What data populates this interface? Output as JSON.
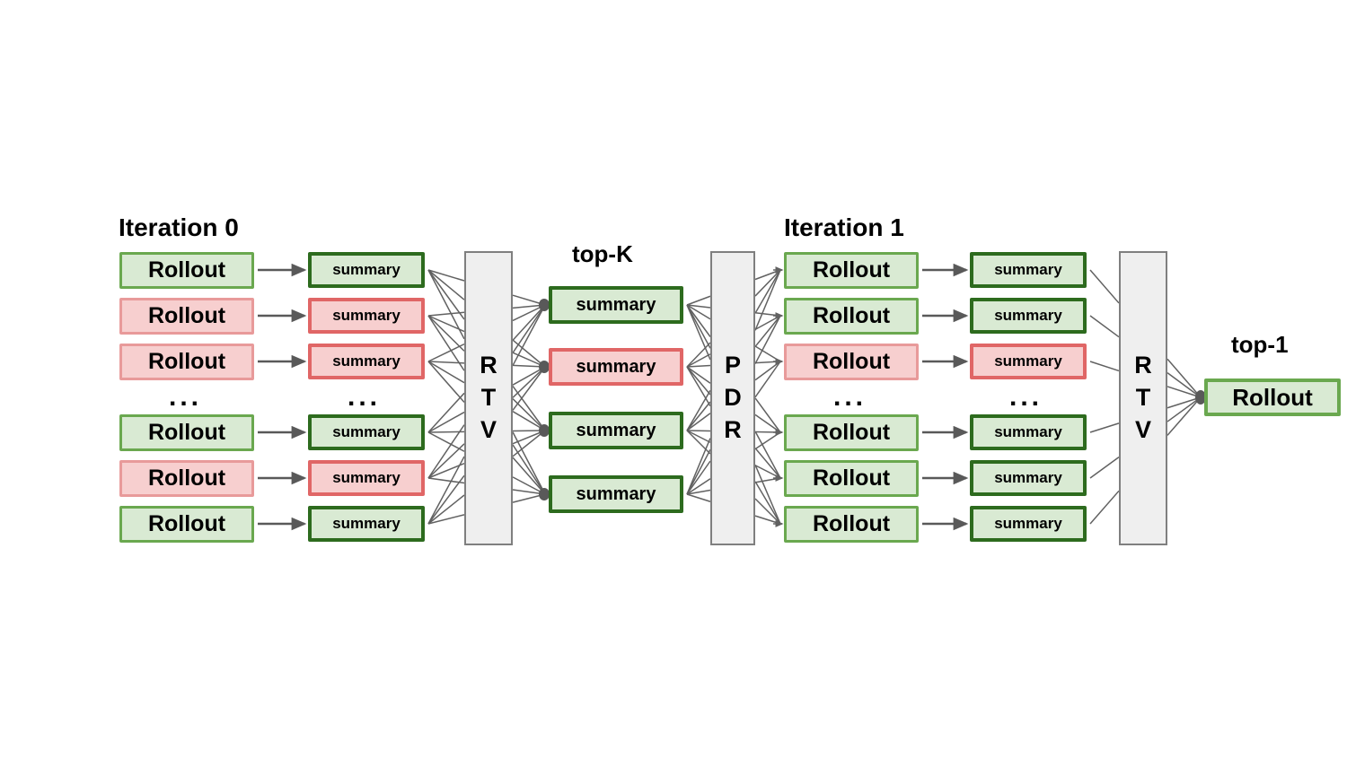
{
  "figure": {
    "type": "diagram",
    "title": "Iterative rollout generation, summarization, RTV reranking and PDR selection pipeline",
    "background": "#ffffff",
    "colors": {
      "good_fill": "#d9ead3",
      "good_border_light": "#6aa84f",
      "good_border_dark": "#2d6b1e",
      "bad_fill": "#f7cfcf",
      "bad_border_light": "#e89a9a",
      "bad_border_dark": "#e06666",
      "module_fill": "#efefef",
      "module_border": "#7f7f7f",
      "edge": "#595959"
    }
  },
  "headings": {
    "iteration_0": "Iteration 0",
    "iteration_1": "Iteration 1"
  },
  "captions": {
    "top_k": "top-K",
    "top_1": "top-1"
  },
  "labels": {
    "rollout": "Rollout",
    "summary": "summary",
    "ellipsis": "..."
  },
  "modules": [
    {
      "id": "rtv-left",
      "letters": [
        "R",
        "T",
        "V"
      ]
    },
    {
      "id": "pdr",
      "letters": [
        "P",
        "D",
        "R"
      ]
    },
    {
      "id": "rtv-right",
      "letters": [
        "R",
        "T",
        "V"
      ]
    }
  ],
  "iteration_0": {
    "rollouts": [
      {
        "label": "Rollout",
        "status": "good"
      },
      {
        "label": "Rollout",
        "status": "bad"
      },
      {
        "label": "Rollout",
        "status": "bad"
      },
      {
        "label": "Rollout",
        "status": "good"
      },
      {
        "label": "Rollout",
        "status": "bad"
      },
      {
        "label": "Rollout",
        "status": "good"
      }
    ],
    "summaries": [
      {
        "label": "summary",
        "status": "good"
      },
      {
        "label": "summary",
        "status": "bad"
      },
      {
        "label": "summary",
        "status": "bad"
      },
      {
        "label": "summary",
        "status": "good"
      },
      {
        "label": "summary",
        "status": "bad"
      },
      {
        "label": "summary",
        "status": "good"
      }
    ]
  },
  "top_k": {
    "summaries": [
      {
        "label": "summary",
        "status": "good"
      },
      {
        "label": "summary",
        "status": "bad"
      },
      {
        "label": "summary",
        "status": "good"
      },
      {
        "label": "summary",
        "status": "good"
      }
    ]
  },
  "iteration_1": {
    "rollouts": [
      {
        "label": "Rollout",
        "status": "good"
      },
      {
        "label": "Rollout",
        "status": "good"
      },
      {
        "label": "Rollout",
        "status": "bad"
      },
      {
        "label": "Rollout",
        "status": "good"
      },
      {
        "label": "Rollout",
        "status": "good"
      },
      {
        "label": "Rollout",
        "status": "good"
      }
    ],
    "summaries": [
      {
        "label": "summary",
        "status": "good"
      },
      {
        "label": "summary",
        "status": "good"
      },
      {
        "label": "summary",
        "status": "bad"
      },
      {
        "label": "summary",
        "status": "good"
      },
      {
        "label": "summary",
        "status": "good"
      },
      {
        "label": "summary",
        "status": "good"
      }
    ]
  },
  "final": {
    "rollout": {
      "label": "Rollout",
      "status": "good"
    }
  }
}
